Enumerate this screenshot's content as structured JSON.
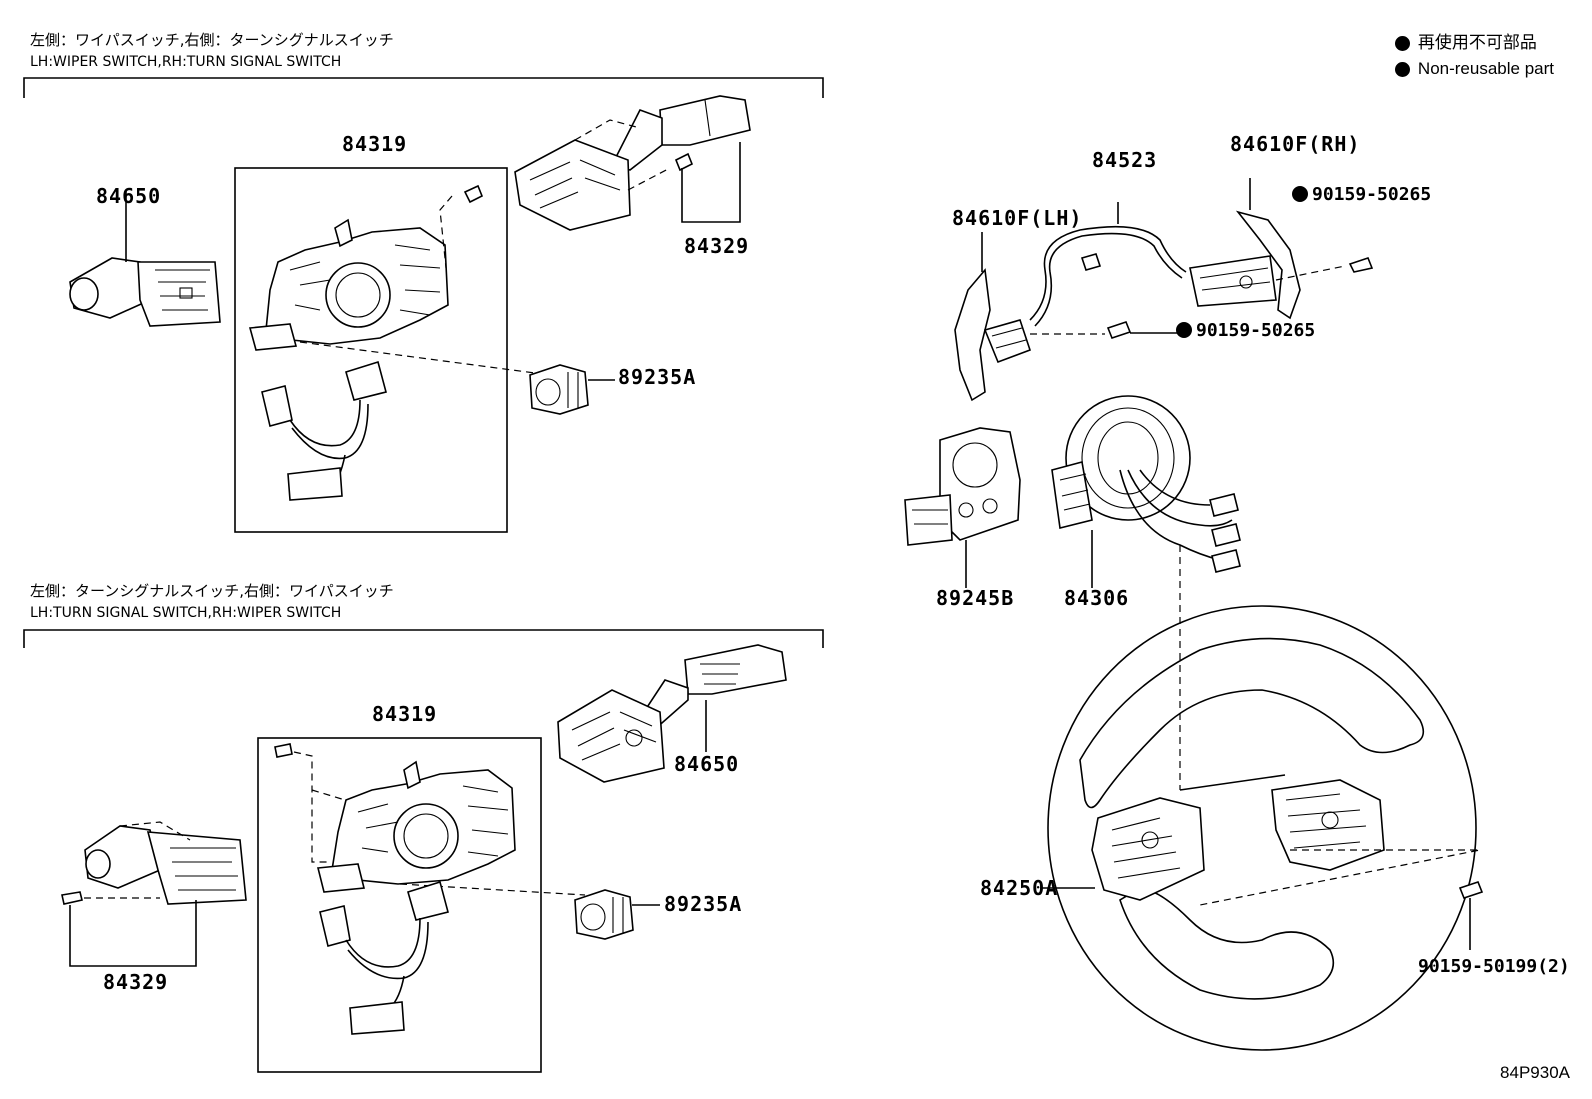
{
  "headings": {
    "top_jp": "左側：ワイパスイッチ,右側：ターンシグナルスイッチ",
    "top_en": "LH:WIPER SWITCH,RH:TURN SIGNAL SWITCH",
    "bottom_jp": "左側：ターンシグナルスイッチ,右側：ワイパスイッチ",
    "bottom_en": "LH:TURN SIGNAL SWITCH,RH:WIPER SWITCH"
  },
  "legend": {
    "jp": "再使用不可部品",
    "en": "Non-reusable part"
  },
  "parts": {
    "top": {
      "wiper_lever": "84650",
      "combo_switch": "84319",
      "lever_bracket": "84329",
      "sensor": "89235A"
    },
    "bottom": {
      "combo_switch": "84319",
      "wiper_lever": "84650",
      "sensor": "89235A",
      "lever_bracket": "84329"
    },
    "wheel": {
      "wire": "84523",
      "paddle_lh": "84610F(LH)",
      "paddle_rh": "84610F(RH)",
      "screw_rh": "90159-50265",
      "screw_lh": "90159-50265",
      "steering_sensor": "89245B",
      "spiral_cable": "84306",
      "wheel_switch": "84250A",
      "screw_bottom": "90159-50199(2)"
    }
  },
  "diagram_code": "84P930A"
}
